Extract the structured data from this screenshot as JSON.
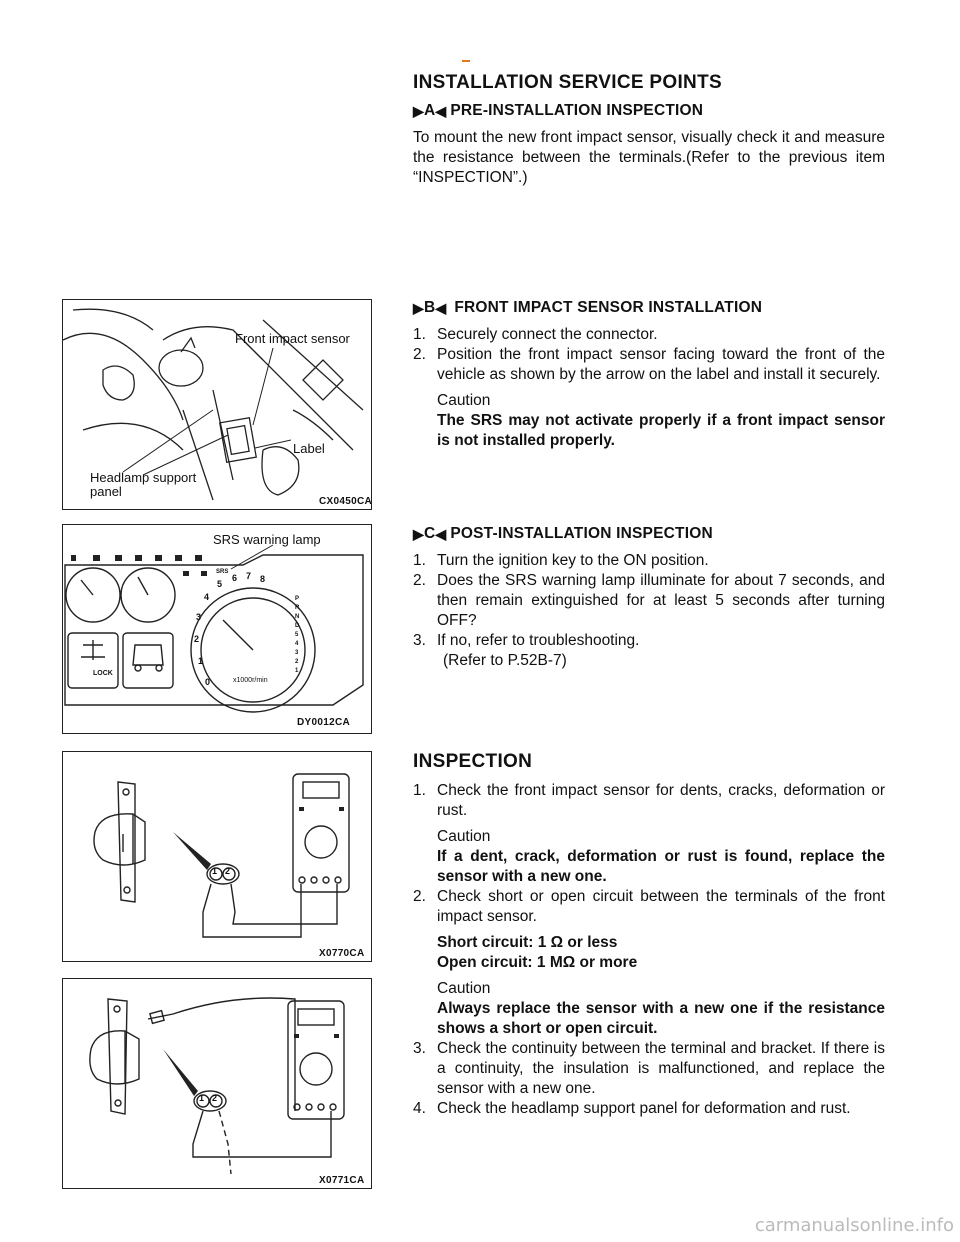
{
  "watermark": "carmanualsonline.info",
  "section_installation": {
    "title": "INSTALLATION SERVICE POINTS",
    "a": {
      "marker": "A",
      "title": "PRE-INSTALLATION INSPECTION",
      "body": "To mount the new front impact sensor, visually check it and measure the resistance between the terminals.(Refer to the previous item “INSPECTION”.)"
    },
    "b": {
      "marker": "B",
      "title": "FRONT IMPACT SENSOR INSTALLATION",
      "steps": [
        {
          "n": "1.",
          "text": "Securely connect the connector."
        },
        {
          "n": "2.",
          "text": "Position the front impact sensor facing toward the front of the vehicle as shown by the arrow on the label and install it securely."
        }
      ],
      "caution_label": "Caution",
      "caution_text": "The SRS may not activate properly if a front impact sensor is not installed properly."
    },
    "c": {
      "marker": "C",
      "title": "POST-INSTALLATION INSPECTION",
      "steps": [
        {
          "n": "1.",
          "text": "Turn the ignition key to the ON position."
        },
        {
          "n": "2.",
          "text": "Does the SRS warning lamp illuminate for about 7 seconds, and then remain extinguished for at least 5 seconds after turning OFF?"
        },
        {
          "n": "3.",
          "text": "If no, refer to troubleshooting."
        }
      ],
      "ref": "(Refer to P.52B-7)"
    }
  },
  "section_inspection": {
    "title": "INSPECTION",
    "step1": {
      "n": "1.",
      "text": "Check the front impact sensor for dents, cracks, deformation or rust."
    },
    "caution1_label": "Caution",
    "caution1_text": "If a dent, crack, deformation or rust is found, replace the sensor with a new one.",
    "step2": {
      "n": "2.",
      "text": "Check short or open circuit between the terminals of the front impact sensor."
    },
    "spec_short": "Short circuit: 1 Ω or less",
    "spec_open": "Open circuit: 1 MΩ or more",
    "caution2_label": "Caution",
    "caution2_text": "Always replace the sensor with a new one if the resistance shows a short or open circuit.",
    "step3": {
      "n": "3.",
      "text": "Check the continuity between the terminal and bracket. If there is a continuity, the insulation is malfunctioned, and replace the sensor with a new one."
    },
    "step4": {
      "n": "4.",
      "text": "Check the headlamp support panel for deformation and rust."
    }
  },
  "figures": {
    "fig1": {
      "code": "CX0450CA",
      "label_sensor": "Front impact sensor",
      "label_label": "Label",
      "label_panel_1": "Headlamp support",
      "label_panel_2": "panel"
    },
    "fig2": {
      "code": "DY0012CA",
      "label_lamp": "SRS warning lamp",
      "gauge_unit": "x1000r/min",
      "lock_text": "LOCK",
      "srs_text": "SRS",
      "tach_numbers": [
        "0",
        "1",
        "2",
        "3",
        "4",
        "5",
        "6",
        "7",
        "8"
      ],
      "gear_letters": [
        "P",
        "R",
        "N",
        "D",
        "5",
        "4",
        "3",
        "2",
        "1"
      ]
    },
    "fig3": {
      "code": "X0770CA",
      "pin_1": "1",
      "pin_2": "2"
    },
    "fig4": {
      "code": "X0771CA",
      "pin_1": "1",
      "pin_2": "2"
    }
  }
}
